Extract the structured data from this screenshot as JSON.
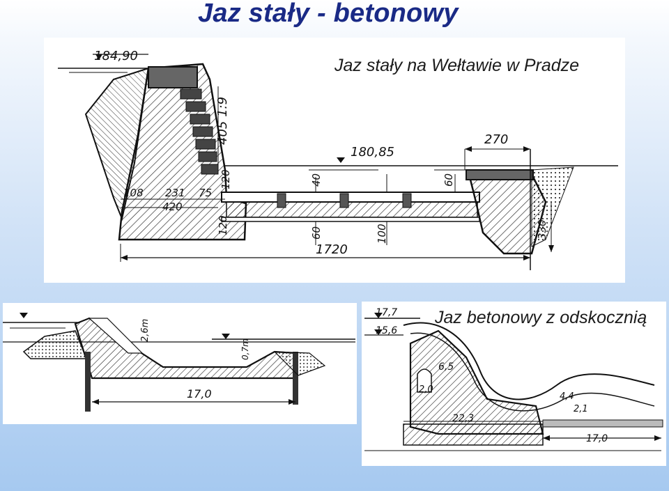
{
  "slide": {
    "title": "Jaz stały - betonowy"
  },
  "prague": {
    "caption": "Jaz stały na Wełtawie w Pradze",
    "labels": {
      "water_level_upper": "184,90",
      "water_level_lower": "180,85",
      "slope": "405 1:9",
      "d_120_a": "120",
      "d_120_b": "120",
      "d_40": "40",
      "d_60_a": "60",
      "d_60_b": "60",
      "d_100": "100",
      "d_270": "270",
      "d_330": "330",
      "d_108": "108",
      "d_231": "231",
      "d_75": "75",
      "d_420": "420",
      "d_1720": "1720"
    }
  },
  "low_weir": {
    "labels": {
      "height": "2,6m",
      "depth": "0,7m",
      "length": "17,0"
    }
  },
  "ski_jump": {
    "caption": "Jaz betonowy z odskocznią",
    "labels": {
      "level_upper": "17,7",
      "level_crest": "15,6",
      "d_6_5": "6,5",
      "d_2_0": "2,0",
      "d_4_4": "4,4",
      "d_2_1": "2,1",
      "d_22_3": "22,3",
      "d_17_0": "17,0"
    }
  }
}
